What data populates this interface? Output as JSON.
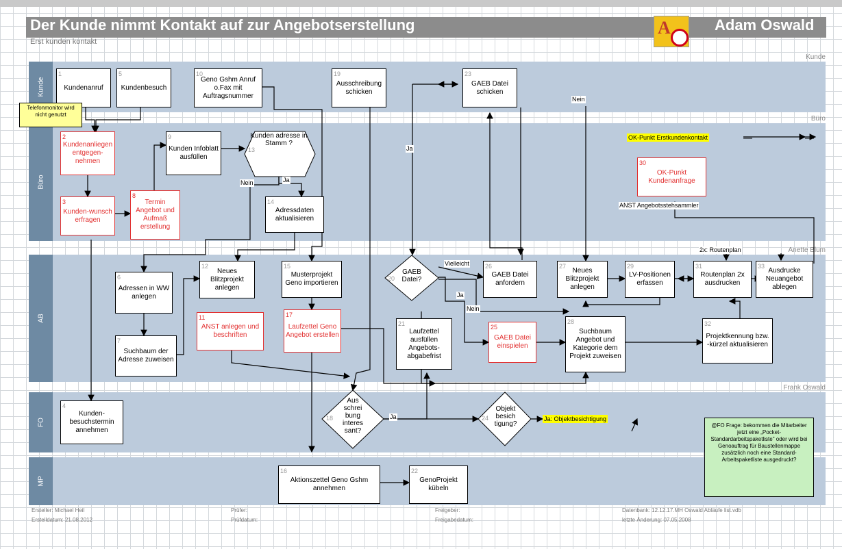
{
  "header": {
    "title": "Der Kunde nimmt Kontakt auf zur Angebotserstellung",
    "subtitle": "Erst kunden kontakt",
    "author": "Adam Oswald",
    "logo_text": "A"
  },
  "lanes": {
    "kunde": {
      "label": "Kunde",
      "name": "Kunde"
    },
    "buero": {
      "label": "Büro",
      "name": "Büro"
    },
    "ab": {
      "label": "AB",
      "name": "Anette Blum"
    },
    "fo": {
      "label": "FO",
      "name": "Frank Oswald"
    },
    "mp": {
      "label": "MP",
      "name": ""
    }
  },
  "boxes": {
    "b1": {
      "num": "1",
      "text": "Kundenanruf"
    },
    "b5": {
      "num": "5",
      "text": "Kundenbesuch"
    },
    "b10": {
      "num": "10",
      "text": "Geno Gshm Anruf o.Fax mit Auftragsnummer"
    },
    "b19": {
      "num": "19",
      "text": "Ausschreibung schicken"
    },
    "b23": {
      "num": "23",
      "text": "GAEB Datei schicken"
    },
    "b2": {
      "num": "2",
      "text": "Kundenanliegen entgegen-nehmen"
    },
    "b3": {
      "num": "3",
      "text": "Kunden-wunsch erfragen"
    },
    "b8": {
      "num": "8",
      "text": "Termin Angebot und Aufmaß erstellung"
    },
    "b9": {
      "num": "9",
      "text": "Kunden Infoblatt ausfüllen"
    },
    "b14": {
      "num": "14",
      "text": "Adressdaten aktualisieren"
    },
    "b30": {
      "num": "30",
      "text": "OK-Punkt Kundenanfrage"
    },
    "b6": {
      "num": "6",
      "text": "Adressen in WW anlegen"
    },
    "b7": {
      "num": "7",
      "text": "Suchbaum der Adresse zuweisen"
    },
    "b12": {
      "num": "12",
      "text": "Neues Blitzprojekt anlegen"
    },
    "b11": {
      "num": "11",
      "text": "ANST anlegen und beschriften"
    },
    "b15": {
      "num": "15",
      "text": "Musterprojekt Geno importieren"
    },
    "b17": {
      "num": "17",
      "text": "Laufzettel Geno Angebot erstellen"
    },
    "b21": {
      "num": "21",
      "text": "Laufzettel ausfüllen Angebots-abgabefrist"
    },
    "b26": {
      "num": "26",
      "text": "GAEB Datei anfordern"
    },
    "b25": {
      "num": "25",
      "text": "GAEB Datei einspielen"
    },
    "b27": {
      "num": "27",
      "text": "Neues Blitzprojekt anlegen"
    },
    "b28": {
      "num": "28",
      "text": "Suchbaum Angebot und Kategorie dem Projekt zuweisen"
    },
    "b29": {
      "num": "29",
      "text": "LV-Positionen erfassen"
    },
    "b31": {
      "num": "31",
      "text": "Routenplan 2x ausdrucken"
    },
    "b33": {
      "num": "33",
      "text": "Ausdrucke Neuangebot ablegen"
    },
    "b32": {
      "num": "32",
      "text": "Projektkennung bzw. -kürzel aktualisieren"
    },
    "b4": {
      "num": "4",
      "text": "Kunden-besuchstermin annehmen"
    },
    "b16": {
      "num": "16",
      "text": "Aktionszettel Geno Gshm annehmen"
    },
    "b22": {
      "num": "22",
      "text": "GenoProjekt kübeln"
    }
  },
  "decisions": {
    "d13": {
      "num": "13",
      "text": "Kunden adresse in Stamm ?"
    },
    "d20": {
      "num": "20",
      "text": "GAEB Datei?"
    },
    "d18": {
      "num": "18",
      "text": "Aus schrei bung interes sant?"
    },
    "d24": {
      "num": "24",
      "text": "Objekt besich tigung?"
    }
  },
  "labels": {
    "nein13": "Nein",
    "ja13": "Ja",
    "ja20": "Ja",
    "vielleicht": "Vielleicht",
    "nein20": "Nein",
    "ja20b": "Ja",
    "nein23": "Nein",
    "ja18": "Ja",
    "anst": "ANST Angebotsstehsammler",
    "routenplan": "2x: Routenplan"
  },
  "notes": {
    "telefon": "Telefonmonitor wird nicht genutzt",
    "fo_frage": "@FO Frage: bekommen die Mitarbeiter jetzt eine „Pocket-Standardarbeitspaketliste\" oder wird bei Genoauftrag für Baustellenmappe zusätzlich noch eine Standard-Arbeitspaketliste ausgedruckt?",
    "okpunkt": "OK-Punkt Erstkundenkontakt",
    "objekt": "Ja: Objektbesichtigung"
  },
  "footer": {
    "ersteller": "Ersteller: Michael Heil",
    "pruefer": "Prüfer:",
    "freigeber": "Freigeber:",
    "datenbank": "Datenbank: 12.12.17.MH Oswald Abläufe list.vdb",
    "erstelldatum": "Erstelldatum: 21.08.2012",
    "pruefdatum": "Prüfdatum:",
    "freigabedatum": "Freigabedatum:",
    "aenderung": "letzte Änderung: 07.05.2008"
  },
  "colors": {
    "lane": "#bccbdc",
    "lane_label": "#6e8aa3",
    "red": "#e23030",
    "note_yellow": "#ffff99",
    "note_green": "#c8f0c0",
    "highlight": "#ffff00"
  }
}
